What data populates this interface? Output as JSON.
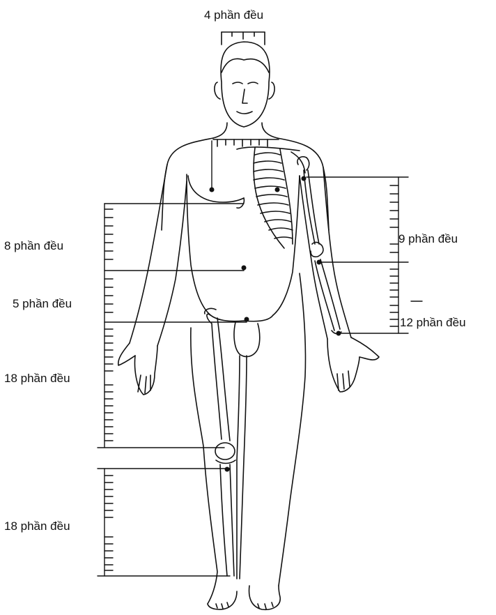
{
  "labels": {
    "head_width": "4 phần đều",
    "chest_to_navel": "8 phần đều",
    "navel_to_pubis": "5 phần đều",
    "thigh": "18 phần đều",
    "shin": "18 phần đều",
    "upper_arm": "9 phần đều",
    "forearm": "12 phần đều"
  },
  "colors": {
    "ink": "#111111",
    "background": "#ffffff"
  },
  "figure": {
    "subject": "standing human figure with skeleton overlay and proportional scales"
  }
}
